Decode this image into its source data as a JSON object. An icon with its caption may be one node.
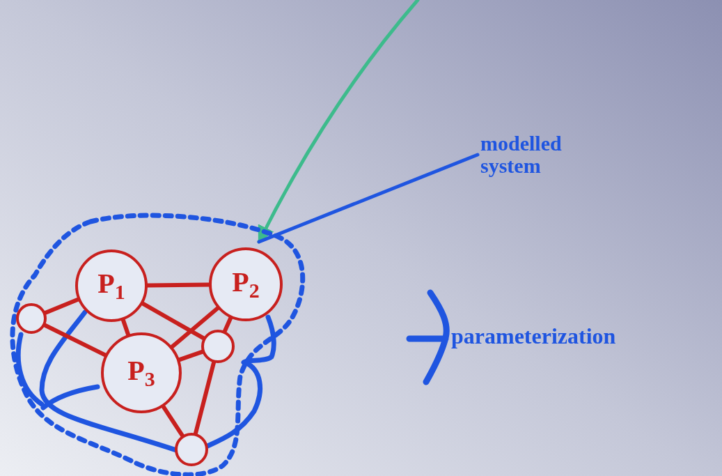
{
  "diagram": {
    "nodes": [
      {
        "text": [],
        "shape": "cloud"
      },
      {
        "text": [
          "P$_{1}$"
        ],
        "in": 0
      },
      {
        "text": [
          "P$_{2}$"
        ],
        "in": 0
      },
      {
        "text": [],
        "shape": "circle",
        "in": 0
      },
      {
        "text": [],
        "shape": "circle",
        "in": 0
      },
      {
        "text": [
          "P$_{3}$"
        ],
        "in": 0
      },
      {
        "text": [],
        "shape": "circle",
        "in": 0
      },
      {
        "text": [
          "modelled system"
        ]
      }
    ],
    "edges": [
      {
        "from": 1,
        "to": 2,
        "arrow": "none"
      },
      {
        "from": 1,
        "to": 3,
        "arrow": "none"
      },
      {
        "from": 3,
        "to": 5,
        "arrow": "none"
      },
      {
        "from": 1,
        "to": 5,
        "arrow": "none"
      },
      {
        "from": 1,
        "to": 4,
        "arrow": "none"
      },
      {
        "from": 2,
        "to": 5,
        "arrow": "none"
      },
      {
        "from": 2,
        "to": 4,
        "arrow": "none"
      },
      {
        "from": 4,
        "to": 5,
        "arrow": "none"
      },
      {
        "from": 5,
        "to": 6,
        "arrow": "none"
      },
      {
        "from": 4,
        "to": 6,
        "arrow": "none"
      },
      {
        "from": null,
        "to": 0,
        "arrow": "to",
        "color": "#3dbb8c"
      },
      {
        "from": 7,
        "to": 0,
        "arrow": "none",
        "color": "#1f55e0"
      }
    ],
    "labels": [
      "parameterization"
    ]
  }
}
